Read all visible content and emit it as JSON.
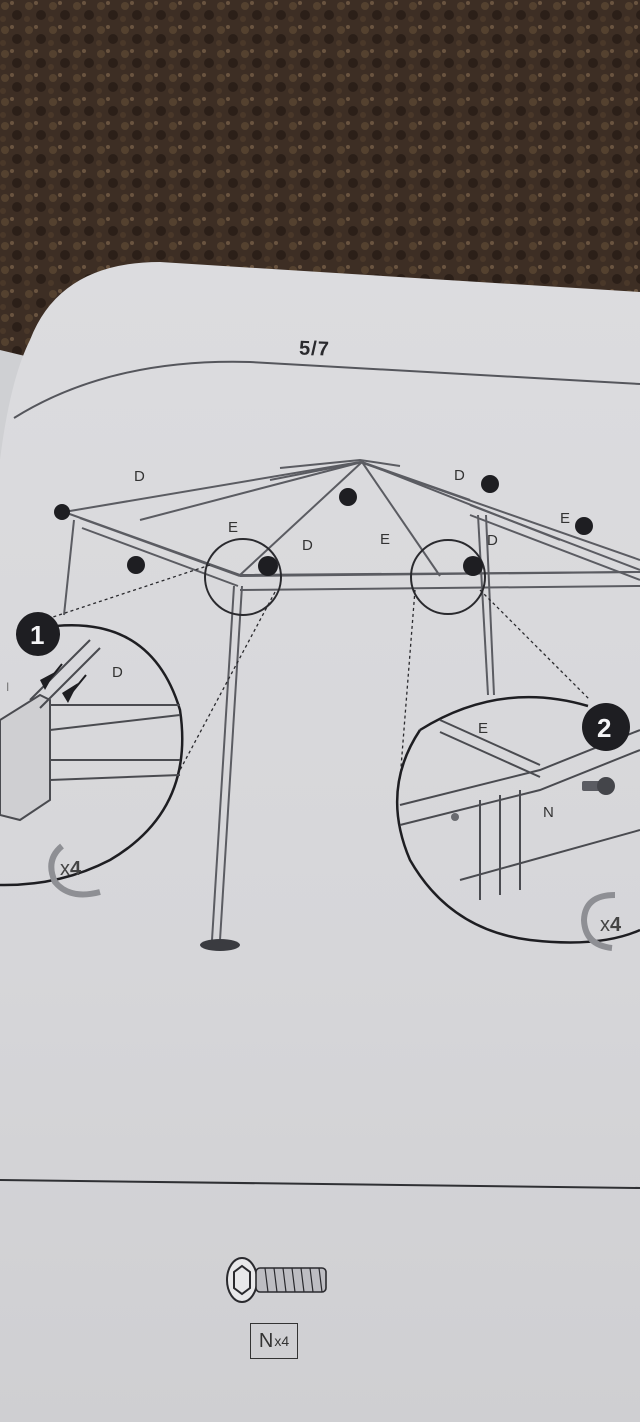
{
  "page": {
    "number": "5/7"
  },
  "part_labels": {
    "roof_bar_d": "D",
    "roof_bar_e": "E",
    "ridge_i": "I",
    "screw_n": "N"
  },
  "step_badges": {
    "one": "1",
    "two": "2"
  },
  "detail_1": {
    "repeat_prefix": "x",
    "repeat_count": "4"
  },
  "detail_2": {
    "repeat_prefix": "x",
    "repeat_count": "4"
  },
  "hardware": {
    "part": "N",
    "quantity": "x4"
  },
  "colors": {
    "carpet": "#3b2c22",
    "paper": "#d9d9dc",
    "ink": "#2a2a2e"
  }
}
